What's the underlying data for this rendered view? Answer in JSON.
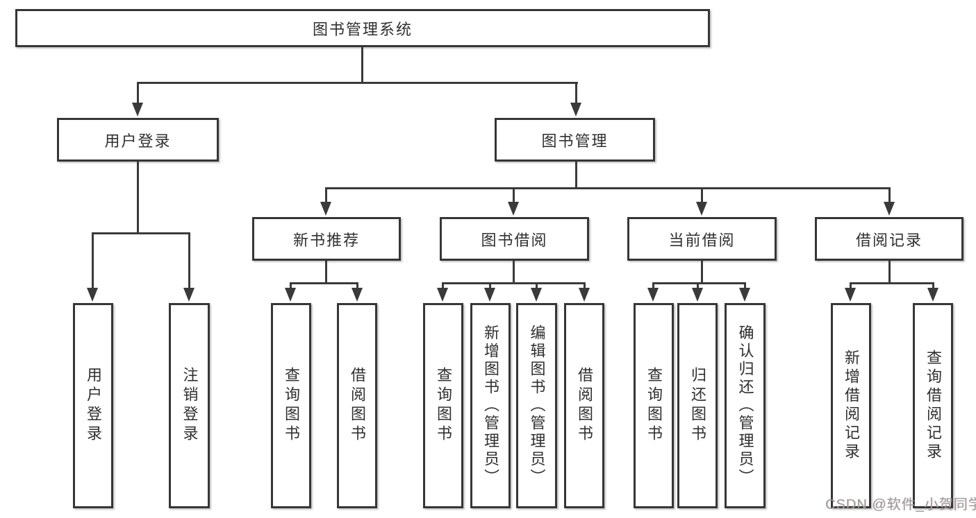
{
  "diagram": {
    "title_node": {
      "label": "图书管理系统"
    },
    "level2": [
      {
        "id": "user-login",
        "label": "用户登录"
      },
      {
        "id": "book-management",
        "label": "图书管理"
      }
    ],
    "level3": [
      {
        "id": "new-book-recommend",
        "label": "新书推荐",
        "parent": "图书管理"
      },
      {
        "id": "book-borrowing",
        "label": "图书借阅",
        "parent": "图书管理"
      },
      {
        "id": "current-borrowing",
        "label": "当前借阅",
        "parent": "图书管理"
      },
      {
        "id": "borrowing-records",
        "label": "借阅记录",
        "parent": "图书管理"
      }
    ],
    "leaves": [
      {
        "id": "user-login-leaf",
        "label": "用户登录",
        "parent": "用户登录"
      },
      {
        "id": "logout",
        "label": "注销登录",
        "parent": "用户登录"
      },
      {
        "id": "query-books-1",
        "label": "查询图书",
        "parent": "新书推荐"
      },
      {
        "id": "borrow-books-1",
        "label": "借阅图书",
        "parent": "新书推荐"
      },
      {
        "id": "query-books-2",
        "label": "查询图书",
        "parent": "图书借阅"
      },
      {
        "id": "add-books-admin",
        "label": "新增图书（管理员）",
        "parent": "图书借阅"
      },
      {
        "id": "edit-books-admin",
        "label": "编辑图书（管理员）",
        "parent": "图书借阅"
      },
      {
        "id": "borrow-books-2",
        "label": "借阅图书",
        "parent": "图书借阅"
      },
      {
        "id": "query-books-3",
        "label": "查询图书",
        "parent": "当前借阅"
      },
      {
        "id": "return-books",
        "label": "归还图书",
        "parent": "当前借阅"
      },
      {
        "id": "confirm-return-admin",
        "label": "确认归还（管理员）",
        "parent": "当前借阅"
      },
      {
        "id": "add-borrow-record",
        "label": "新增借阅记录",
        "parent": "借阅记录"
      },
      {
        "id": "query-borrow-record",
        "label": "查询借阅记录",
        "parent": "借阅记录"
      }
    ]
  },
  "watermark": {
    "text": "CSDN @软件_小贺同学"
  },
  "colors": {
    "line": "#3a3a3a",
    "border": "#363636",
    "text": "#2f2f2f",
    "watermark": "#9b9b9b",
    "background": "#ffffff"
  }
}
